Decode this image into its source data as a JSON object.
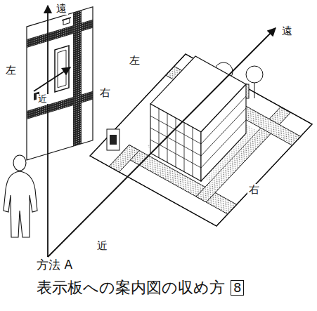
{
  "diagram": {
    "title": "表示板への案内図の収め方",
    "labels": [
      "遠",
      "遠",
      "左",
      "左",
      "右",
      "右",
      "近",
      "近",
      "方法 A",
      "8"
    ]
  }
}
